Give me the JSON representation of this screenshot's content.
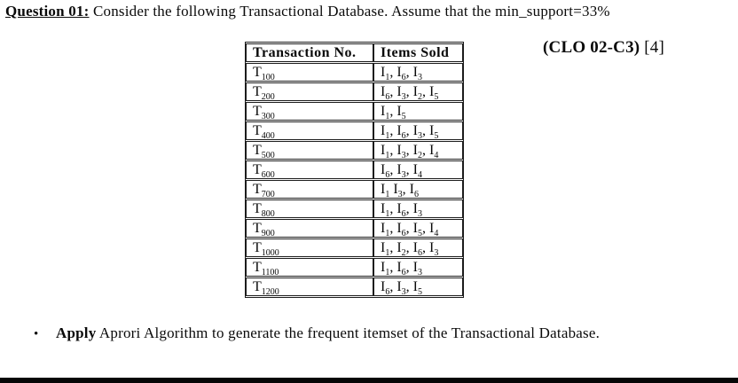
{
  "page": {
    "background": "#ffffff",
    "text_color": "#0a0a0a",
    "table_border_color": "#1c1c1c",
    "bottom_bar_color": "#060606"
  },
  "question": {
    "label": "Question 01:",
    "text": " Consider the following Transactional Database. Assume that the min_support=33%"
  },
  "clo": {
    "bold": "(CLO 02-C3)",
    "marks": "[4]"
  },
  "table": {
    "headers": [
      "Transaction No.",
      "Items Sold"
    ],
    "rows": [
      {
        "no": "T100",
        "items": "I1, I6, I3"
      },
      {
        "no": "T200",
        "items": "I6, I3, I2, I5"
      },
      {
        "no": "T300",
        "items": "I1, I5"
      },
      {
        "no": "T400",
        "items": "I1, I6, I3, I5"
      },
      {
        "no": "T500",
        "items": "I1, I3, I2, I4"
      },
      {
        "no": "T600",
        "items": "I6, I3, I4"
      },
      {
        "no": "T700",
        "items": "I1 I3, I6"
      },
      {
        "no": "T800",
        "items": "I1, I6, I3"
      },
      {
        "no": "T900",
        "items": "I1, I6, I5, I4"
      },
      {
        "no": "T1000",
        "items": "I1, I2, I6, I3"
      },
      {
        "no": "T1100",
        "items": "I1, I6, I3"
      },
      {
        "no": "T1200",
        "items": "I6, I3, I5"
      }
    ]
  },
  "bullet": {
    "glyph": "•",
    "bold": "Apply",
    "text": " Aprori Algorithm to generate the frequent itemset of the Transactional Database."
  }
}
